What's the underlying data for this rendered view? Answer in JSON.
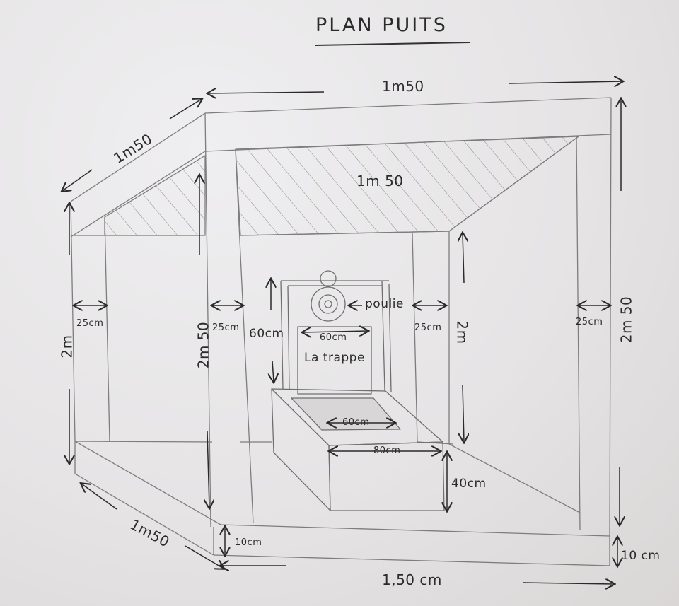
{
  "title": "PLAN PUITS",
  "labels": {
    "top_width": "1m50",
    "top_depth": "1m50",
    "roof": "1m 50",
    "right_height": "2m 50",
    "left_height": "2m",
    "inner_height": "2m 50",
    "wall_left": "25cm",
    "wall_inner_left": "25cm",
    "wall_inner_right": "25cm",
    "wall_right": "25cm",
    "pulley": "poulie",
    "frame_height": "60cm",
    "trapdoor_width": "60cm",
    "trapdoor": "La trappe",
    "opening": "60cm",
    "box_width": "80cm",
    "box_height": "40cm",
    "back_height": "2m",
    "bottom_depth": "1m50",
    "base_left": "10cm",
    "base_width": "1,50 cm",
    "base_right": "10 cm"
  }
}
